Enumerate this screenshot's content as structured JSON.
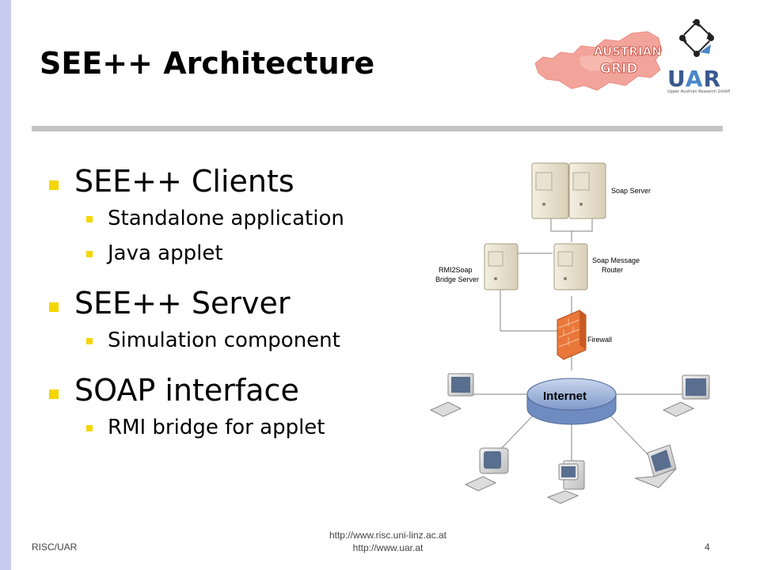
{
  "slide": {
    "title": "SEE++ Architecture",
    "logos": {
      "austrian_grid_line1": "AUSTRIAN",
      "austrian_grid_line2": "GRID",
      "uar_letters": [
        "U",
        "A",
        "R"
      ],
      "uar_subtitle": "Upper Austrian Research GmbH"
    },
    "bullets": [
      {
        "text": "SEE++ Clients",
        "sub": [
          "Standalone application",
          "Java applet"
        ]
      },
      {
        "text": "SEE++ Server",
        "sub": [
          "Simulation component"
        ]
      },
      {
        "text": "SOAP interface",
        "sub": [
          "RMI bridge for applet"
        ]
      }
    ],
    "diagram": {
      "soap_server": "Soap Server",
      "bridge_line1": "RMI2Soap",
      "bridge_line2": "Bridge Server",
      "router_line1": "Soap Message",
      "router_line2": "Router",
      "firewall": "Firewall",
      "internet": "Internet"
    },
    "footer": {
      "left": "RISC/UAR",
      "url1": "http://www.risc.uni-linz.ac.at",
      "url2": "http://www.uar.at",
      "page": "4"
    },
    "colors": {
      "accent_bar": "#c9cbee",
      "bullet": "#f5d600",
      "rule": "#c4c4c4"
    }
  }
}
